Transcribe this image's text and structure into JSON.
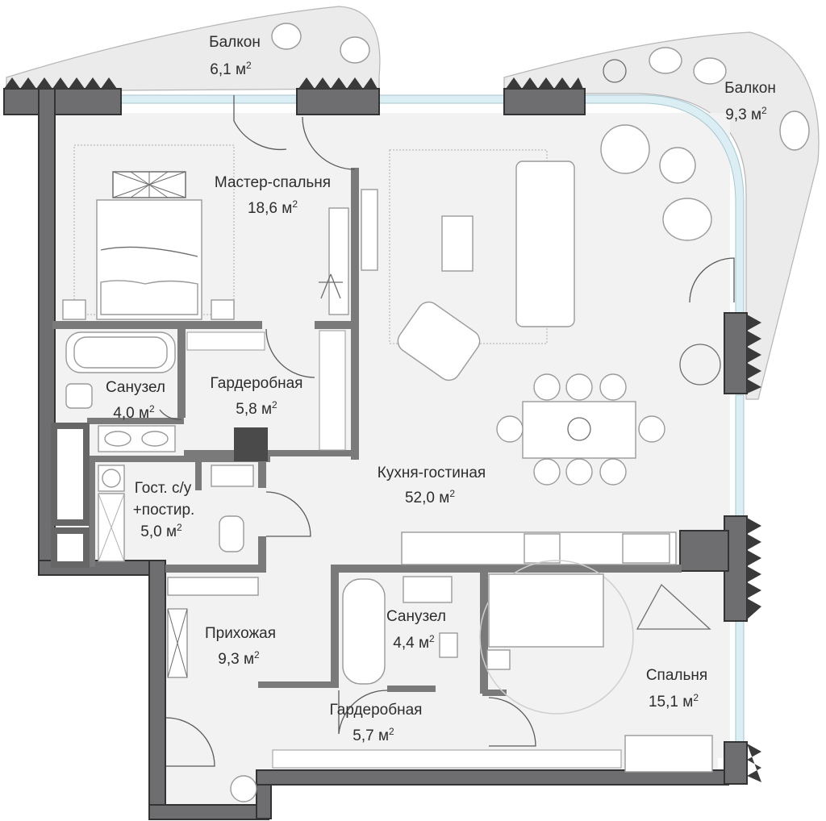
{
  "rooms": {
    "balcony_1": {
      "name": "Балкон",
      "area": "6,1 м",
      "unit_sup": "2"
    },
    "balcony_2": {
      "name": "Балкон",
      "area": "9,3 м",
      "unit_sup": "2"
    },
    "master_bedroom": {
      "name": "Мастер-спальня",
      "area": "18,6 м",
      "unit_sup": "2"
    },
    "bathroom_1": {
      "name": "Санузел",
      "area": "4,0 м",
      "unit_sup": "2"
    },
    "wardrobe_1": {
      "name": "Гардеробная",
      "area": "5,8 м",
      "unit_sup": "2"
    },
    "guest_wc": {
      "name_line1": "Гост. с/у",
      "name_line2": "+постир.",
      "area": "5,0 м",
      "unit_sup": "2"
    },
    "kitchen_living": {
      "name": "Кухня-гостиная",
      "area": "52,0 м",
      "unit_sup": "2"
    },
    "hallway": {
      "name": "Прихожая",
      "area": "9,3 м",
      "unit_sup": "2"
    },
    "bathroom_2": {
      "name": "Санузел",
      "area": "4,4 м",
      "unit_sup": "2"
    },
    "wardrobe_2": {
      "name": "Гардеробная",
      "area": "5,7 м",
      "unit_sup": "2"
    },
    "bedroom": {
      "name": "Спальня",
      "area": "15,1 м",
      "unit_sup": "2"
    }
  },
  "colors": {
    "wall": "#6e6e70",
    "floor": "#f2f2f2",
    "balcony": "#ebebeb",
    "glass": "#dbeef3",
    "line": "#9a9a9a"
  }
}
